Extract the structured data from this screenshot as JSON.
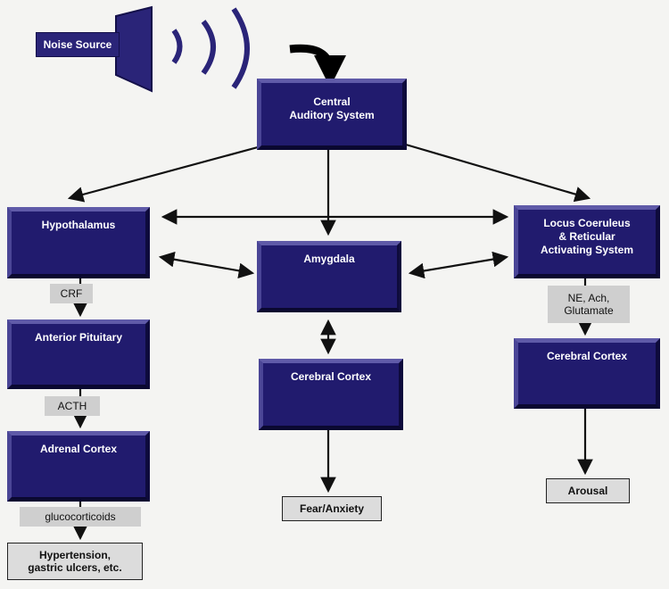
{
  "source": {
    "label": "Noise Source"
  },
  "nodes": {
    "central": {
      "line1": "Central",
      "line2": "Auditory System"
    },
    "hypothalamus": {
      "line1": "Hypothalamus"
    },
    "amygdala": {
      "line1": "Amygdala"
    },
    "locus": {
      "line1": "Locus Coeruleus",
      "line2": "& Reticular",
      "line3": "Activating System"
    },
    "pituitary": {
      "line1": "Anterior Pituitary"
    },
    "adrenal": {
      "line1": "Adrenal Cortex"
    },
    "cortex_mid": {
      "line1": "Cerebral Cortex"
    },
    "cortex_right": {
      "line1": "Cerebral Cortex"
    }
  },
  "labels": {
    "crf": "CRF",
    "acth": "ACTH",
    "glucocorticoids": "glucocorticoids",
    "ne": {
      "line1": "NE, Ach,",
      "line2": "Glutamate"
    }
  },
  "outputs": {
    "hypertension": {
      "line1": "Hypertension,",
      "line2": "gastric ulcers, etc."
    },
    "fear": "Fear/Anxiety",
    "arousal": "Arousal"
  },
  "colors": {
    "box": "#211b6e",
    "label_bg": "#cfcfcf",
    "arrow": "#111111"
  }
}
